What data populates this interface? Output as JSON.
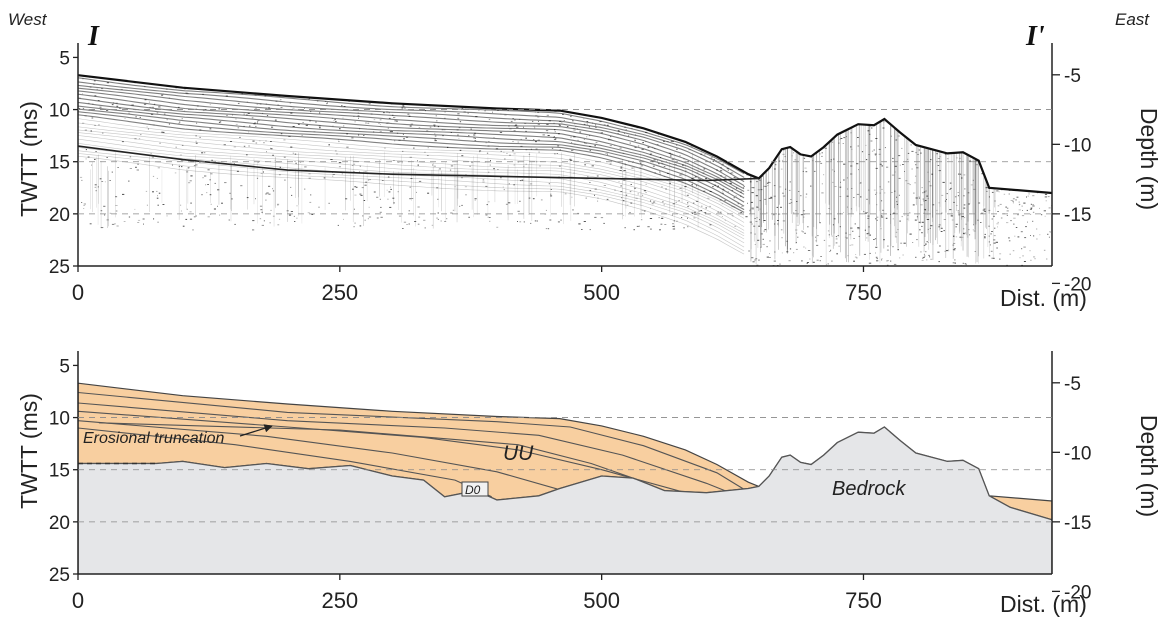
{
  "labels": {
    "west": "West",
    "east": "East",
    "profile_start": "I",
    "profile_end": "I'",
    "left_axis_title": "TWTT (ms)",
    "right_axis_title": "Depth (m)",
    "x_axis_title": "Dist. (m)",
    "erosional_truncation": "Erosional truncation",
    "unit_uu": "UU",
    "unit_d0": "D0",
    "bedrock": "Bedrock"
  },
  "colors": {
    "sediment_fill": "#F8CFA0",
    "bedrock_fill": "#E5E6E8",
    "line": "#555555",
    "seismic_ink": "#1A1A1A"
  },
  "chart_data": [
    {
      "type": "seismic-profile",
      "panel": "upper",
      "xlim": [
        0,
        930
      ],
      "ylim_twtt_ms": [
        25,
        4
      ],
      "x_ticks": [
        "0",
        "250",
        "500",
        "750"
      ],
      "twtt_ticks": [
        "5",
        "10",
        "15",
        "20",
        "25"
      ],
      "depth_ticks": [
        "-5",
        "-10",
        "-15",
        "-20"
      ],
      "seafloor": [
        [
          0,
          6.7
        ],
        [
          100,
          7.9
        ],
        [
          200,
          8.7
        ],
        [
          300,
          9.4
        ],
        [
          400,
          9.9
        ],
        [
          460,
          10.1
        ],
        [
          500,
          10.8
        ],
        [
          540,
          11.8
        ],
        [
          580,
          13.1
        ],
        [
          610,
          14.5
        ],
        [
          640,
          16.2
        ],
        [
          650,
          16.6
        ],
        [
          660,
          15.6
        ],
        [
          672,
          13.8
        ],
        [
          680,
          13.6
        ],
        [
          690,
          14.3
        ],
        [
          700,
          14.5
        ],
        [
          712,
          13.6
        ],
        [
          725,
          12.4
        ],
        [
          745,
          11.4
        ],
        [
          760,
          11.5
        ],
        [
          770,
          10.9
        ],
        [
          785,
          12.2
        ],
        [
          800,
          13.4
        ],
        [
          830,
          14.2
        ],
        [
          845,
          14.1
        ],
        [
          860,
          14.9
        ],
        [
          870,
          17.5
        ],
        [
          930,
          18.0
        ]
      ],
      "reflector": [
        [
          0,
          13.5
        ],
        [
          100,
          14.8
        ],
        [
          200,
          15.8
        ],
        [
          300,
          16.2
        ],
        [
          400,
          16.4
        ],
        [
          500,
          16.6
        ],
        [
          600,
          16.8
        ],
        [
          650,
          16.6
        ]
      ]
    },
    {
      "type": "interpreted-section",
      "panel": "lower",
      "xlim": [
        0,
        930
      ],
      "ylim_twtt_ms": [
        25,
        4
      ],
      "x_ticks": [
        "0",
        "250",
        "500",
        "750"
      ],
      "twtt_ticks": [
        "5",
        "10",
        "15",
        "20",
        "25"
      ],
      "depth_ticks": [
        "-5",
        "-10",
        "-15",
        "-20"
      ],
      "seafloor": [
        [
          0,
          6.7
        ],
        [
          100,
          7.9
        ],
        [
          200,
          8.7
        ],
        [
          300,
          9.4
        ],
        [
          400,
          9.9
        ],
        [
          460,
          10.1
        ],
        [
          500,
          10.8
        ],
        [
          540,
          11.8
        ],
        [
          580,
          13.1
        ],
        [
          610,
          14.5
        ],
        [
          640,
          16.2
        ],
        [
          650,
          16.6
        ],
        [
          660,
          15.6
        ],
        [
          672,
          13.8
        ],
        [
          680,
          13.6
        ],
        [
          690,
          14.3
        ],
        [
          700,
          14.5
        ],
        [
          712,
          13.6
        ],
        [
          725,
          12.4
        ],
        [
          745,
          11.4
        ],
        [
          760,
          11.5
        ],
        [
          770,
          10.9
        ],
        [
          785,
          12.2
        ],
        [
          800,
          13.4
        ],
        [
          830,
          14.2
        ],
        [
          845,
          14.1
        ],
        [
          860,
          14.9
        ],
        [
          870,
          17.5
        ],
        [
          930,
          18.0
        ]
      ],
      "bedrock_top": [
        [
          0,
          14.4
        ],
        [
          40,
          14.4
        ],
        [
          75,
          14.4
        ],
        [
          100,
          14.2
        ],
        [
          140,
          14.8
        ],
        [
          180,
          14.4
        ],
        [
          220,
          14.9
        ],
        [
          260,
          14.6
        ],
        [
          300,
          15.6
        ],
        [
          330,
          16.0
        ],
        [
          350,
          17.6
        ],
        [
          380,
          17.0
        ],
        [
          400,
          17.9
        ],
        [
          440,
          17.5
        ],
        [
          460,
          16.8
        ],
        [
          500,
          15.6
        ],
        [
          530,
          15.8
        ],
        [
          560,
          17.0
        ],
        [
          600,
          17.2
        ],
        [
          640,
          16.8
        ],
        [
          650,
          16.6
        ],
        [
          660,
          15.6
        ],
        [
          672,
          13.8
        ],
        [
          680,
          13.6
        ],
        [
          690,
          14.3
        ],
        [
          700,
          14.5
        ],
        [
          712,
          13.6
        ],
        [
          725,
          12.4
        ],
        [
          745,
          11.4
        ],
        [
          760,
          11.5
        ],
        [
          770,
          10.9
        ],
        [
          785,
          12.2
        ],
        [
          800,
          13.4
        ],
        [
          830,
          14.2
        ],
        [
          845,
          14.1
        ],
        [
          860,
          14.9
        ],
        [
          870,
          17.5
        ],
        [
          890,
          18.6
        ],
        [
          930,
          19.8
        ]
      ],
      "clinoforms": [
        [
          [
            0,
            7.6
          ],
          [
            200,
            9.5
          ],
          [
            400,
            10.4
          ],
          [
            470,
            10.9
          ],
          [
            540,
            12.7
          ],
          [
            610,
            15.3
          ],
          [
            638,
            17.0
          ]
        ],
        [
          [
            0,
            8.6
          ],
          [
            200,
            10.3
          ],
          [
            350,
            11.0
          ],
          [
            440,
            11.7
          ],
          [
            520,
            13.6
          ],
          [
            600,
            16.3
          ],
          [
            620,
            17.1
          ]
        ],
        [
          [
            0,
            9.4
          ],
          [
            200,
            10.9
          ],
          [
            330,
            11.9
          ],
          [
            420,
            13.1
          ],
          [
            500,
            15.0
          ],
          [
            580,
            17.2
          ]
        ],
        [
          [
            0,
            10.3
          ],
          [
            180,
            11.8
          ],
          [
            300,
            13.4
          ],
          [
            400,
            15.2
          ],
          [
            470,
            17.2
          ]
        ],
        [
          [
            0,
            11.0
          ],
          [
            150,
            12.6
          ],
          [
            260,
            14.2
          ],
          [
            360,
            16.0
          ],
          [
            395,
            17.6
          ]
        ],
        [
          [
            20,
            10.5
          ],
          [
            250,
            11.2
          ],
          [
            420,
            12.6
          ],
          [
            490,
            14.4
          ],
          [
            530,
            15.8
          ]
        ]
      ],
      "truncation_dashed": [
        [
          0,
          14.4
        ],
        [
          75,
          14.4
        ]
      ]
    }
  ]
}
